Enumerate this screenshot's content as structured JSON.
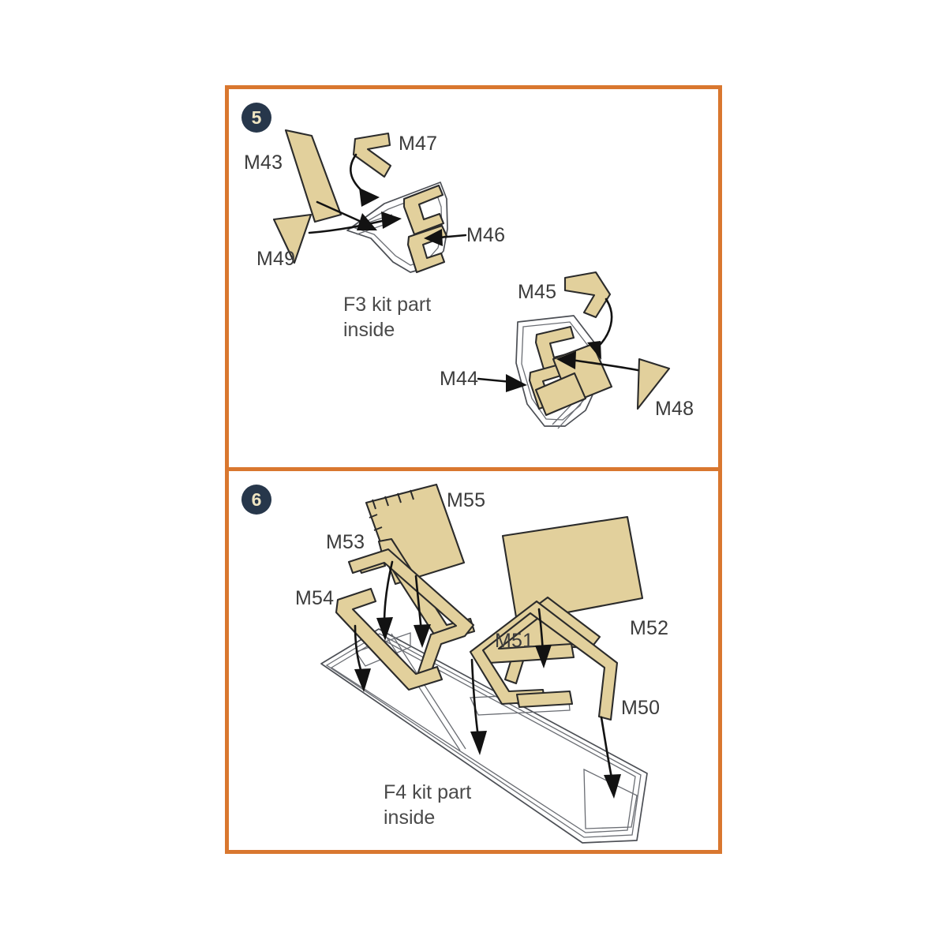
{
  "document": {
    "type": "photo-etch assembly instruction sheet",
    "frame_color": "#d9772f",
    "part_fill_color": "#e2d09c",
    "badge_color": "#27374b",
    "badge_text_color": "#efe5c2",
    "label_color": "#3c3c3c"
  },
  "steps": [
    {
      "number": "5",
      "note": "F3 kit part\ninside",
      "labels": [
        {
          "id": "m43",
          "text": "M43"
        },
        {
          "id": "m47",
          "text": "M47"
        },
        {
          "id": "m46",
          "text": "M46"
        },
        {
          "id": "m49",
          "text": "M49"
        },
        {
          "id": "m45",
          "text": "M45"
        },
        {
          "id": "m44",
          "text": "M44"
        },
        {
          "id": "m48",
          "text": "M48"
        }
      ]
    },
    {
      "number": "6",
      "note": "F4 kit part\ninside",
      "labels": [
        {
          "id": "m55",
          "text": "M55"
        },
        {
          "id": "m53",
          "text": "M53"
        },
        {
          "id": "m54",
          "text": "M54"
        },
        {
          "id": "m52",
          "text": "M52"
        },
        {
          "id": "m51",
          "text": "M51"
        },
        {
          "id": "m50",
          "text": "M50"
        }
      ]
    }
  ]
}
